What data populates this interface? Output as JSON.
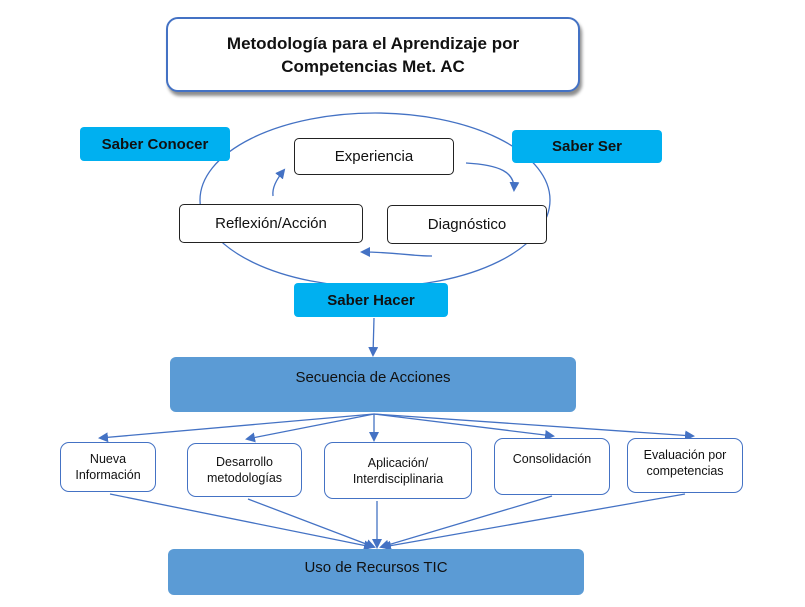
{
  "title": {
    "line1": "Metodología para el Aprendizaje por",
    "line2": "Competencias Met. AC"
  },
  "saberes": {
    "conocer": "Saber Conocer",
    "ser": "Saber Ser",
    "hacer": "Saber Hacer"
  },
  "cycle": {
    "experiencia": "Experiencia",
    "diagnostico": "Diagnóstico",
    "reflexion": "Reflexión/Acción"
  },
  "secuencia": "Secuencia de Acciones",
  "acciones": [
    {
      "line1": "Nueva",
      "line2": "Información"
    },
    {
      "line1": "Desarrollo",
      "line2": "metodologías"
    },
    {
      "line1": "Aplicación/",
      "line2": "Interdisciplinaria"
    },
    {
      "line1": "Consolidación",
      "line2": ""
    },
    {
      "line1": "Evaluación por",
      "line2": "competencias"
    }
  ],
  "recursos": "Uso de Recursos TIC",
  "colors": {
    "accent_cyan": "#00b0f0",
    "box_blue": "#5b9bd5",
    "line_blue": "#4472c4"
  }
}
